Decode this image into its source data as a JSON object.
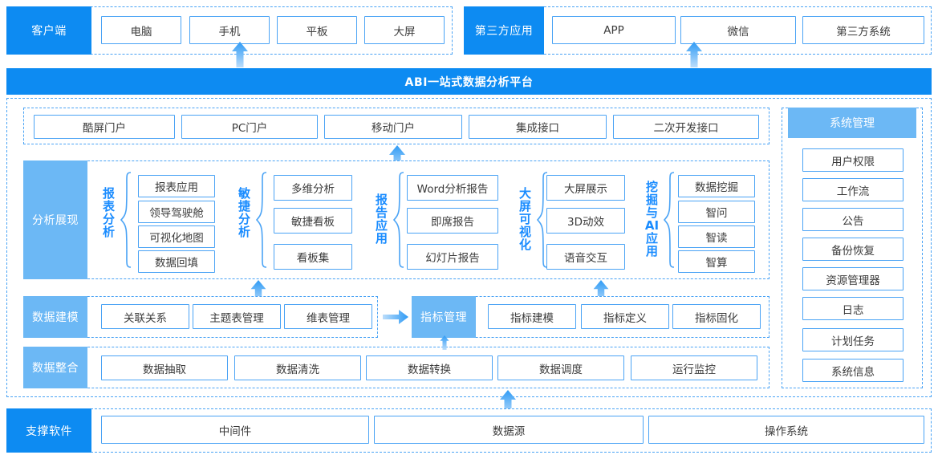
{
  "colors": {
    "strong_blue": "#0d8bf2",
    "soft_blue": "#6cb8f5",
    "outline_blue": "#4aa3f5",
    "label_blue": "#1a8cff"
  },
  "client_row": {
    "label": "客户端",
    "items": [
      "电脑",
      "手机",
      "平板",
      "大屏"
    ]
  },
  "third_party_row": {
    "label": "第三方应用",
    "items": [
      "APP",
      "微信",
      "第三方系统"
    ]
  },
  "platform": {
    "title": "ABI一站式数据分析平台"
  },
  "portal_row": {
    "items": [
      "酷屏门户",
      "PC门户",
      "移动门户",
      "集成接口",
      "二次开发接口"
    ]
  },
  "analysis_row": {
    "label": "分析展现",
    "groups": [
      {
        "caption": "报表分析",
        "items": [
          "报表应用",
          "领导驾驶舱",
          "可视化地图",
          "数据回填"
        ]
      },
      {
        "caption": "敏捷分析",
        "items": [
          "多维分析",
          "敏捷看板",
          "看板集"
        ]
      },
      {
        "caption": "报告应用",
        "items": [
          "Word分析报告",
          "即席报告",
          "幻灯片报告"
        ]
      },
      {
        "caption": "大屏可视化",
        "items": [
          "大屏展示",
          "3D动效",
          "语音交互"
        ]
      },
      {
        "caption": "挖掘与AI应用",
        "items": [
          "数据挖掘",
          "智问",
          "智读",
          "智算"
        ]
      }
    ]
  },
  "modeling_row": {
    "label": "数据建模",
    "items": [
      "关联关系",
      "主题表管理",
      "维表管理"
    ],
    "metric_label": "指标管理",
    "metric_items": [
      "指标建模",
      "指标定义",
      "指标固化"
    ]
  },
  "integration_row": {
    "label": "数据整合",
    "items": [
      "数据抽取",
      "数据清洗",
      "数据转换",
      "数据调度",
      "运行监控"
    ]
  },
  "support_row": {
    "label": "支撑软件",
    "items": [
      "中间件",
      "数据源",
      "操作系统"
    ]
  },
  "system_panel": {
    "title": "系统管理",
    "items": [
      "用户权限",
      "工作流",
      "公告",
      "备份恢复",
      "资源管理器",
      "日志",
      "计划任务",
      "系统信息"
    ]
  }
}
